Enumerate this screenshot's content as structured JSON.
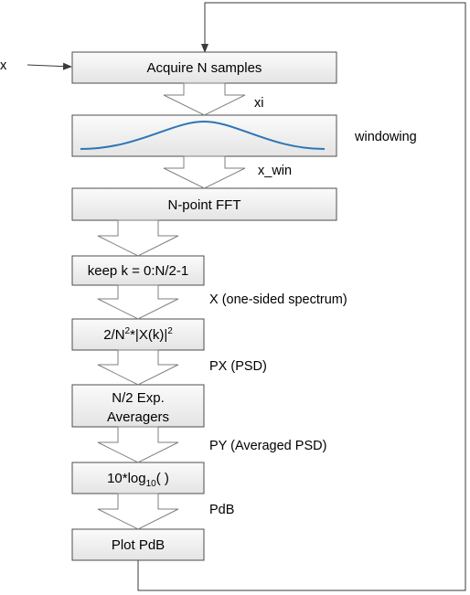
{
  "input_label": "x",
  "blocks": {
    "acquire": "Acquire N samples",
    "fft": "N-point FFT",
    "keep": "keep k = 0:N/2-1",
    "psd": {
      "a": "2/N",
      "sup1": "2",
      "b": "*|X(k)|",
      "sup2": "2"
    },
    "avg_line1": "N/2 Exp.",
    "avg_line2": "Averagers",
    "log": {
      "a": "10*log",
      "sub": "10",
      "b": "( )"
    },
    "plot": "Plot PdB"
  },
  "side_labels": {
    "xi": "xi",
    "windowing": "windowing",
    "x_win": "x_win",
    "x_spectrum": "X  (one-sided spectrum)",
    "px": "PX  (PSD)",
    "py": "PY  (Averaged PSD)",
    "pdb": "PdB"
  }
}
